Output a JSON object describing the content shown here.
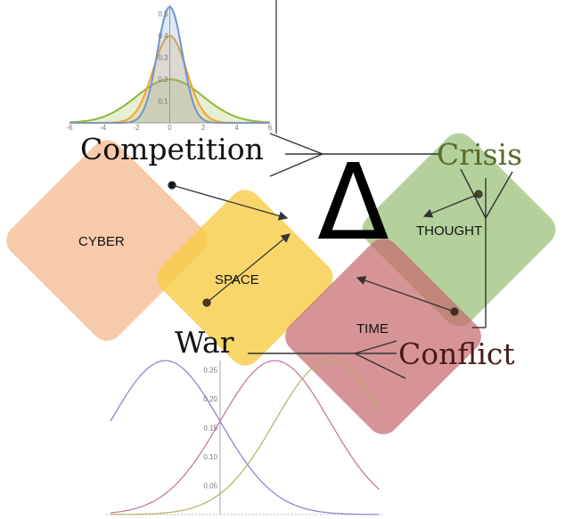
{
  "labels": {
    "competition": "Competition",
    "crisis": "Crisis",
    "war": "War",
    "conflict": "Conflict",
    "delta": "Δ",
    "cyber": "CYBER",
    "space": "SPACE",
    "thought": "THOUGHT",
    "time": "TIME"
  },
  "colors": {
    "cyber": "#f4b88e",
    "space": "#f7cc45",
    "thought": "#9cc27a",
    "time": "#c6666b",
    "crisis_text": "#5a6a2a",
    "conflict_text": "#4a1a1a"
  },
  "chart_data": [
    {
      "type": "area",
      "title": "",
      "xlim": [
        -6,
        6
      ],
      "ylim": [
        0,
        0.55
      ],
      "x_ticks": [
        "-6",
        "-4",
        "-2",
        "0",
        "2",
        "4",
        "6"
      ],
      "y_ticks": [
        "0.1",
        "0.2",
        "0.3",
        "0.4",
        "0.5"
      ],
      "series": [
        {
          "name": "blue",
          "mean": 0,
          "sd": 0.75,
          "color": "#6f95d0"
        },
        {
          "name": "orange",
          "mean": 0,
          "sd": 1,
          "color": "#f0a430"
        },
        {
          "name": "green",
          "mean": 0,
          "sd": 2,
          "color": "#8cb83a"
        }
      ]
    },
    {
      "type": "line",
      "title": "",
      "ylim": [
        0,
        0.27
      ],
      "y_ticks": [
        "0.05",
        "0.10",
        "0.15",
        "0.20",
        "0.25"
      ],
      "series": [
        {
          "name": "blue",
          "mean": -1.5,
          "sd": 1.5,
          "color": "#8080d0"
        },
        {
          "name": "pink",
          "mean": 1.5,
          "sd": 1.5,
          "color": "#c070a0"
        },
        {
          "name": "olive",
          "mean": 3,
          "sd": 1.5,
          "color": "#b8b060"
        }
      ]
    }
  ]
}
